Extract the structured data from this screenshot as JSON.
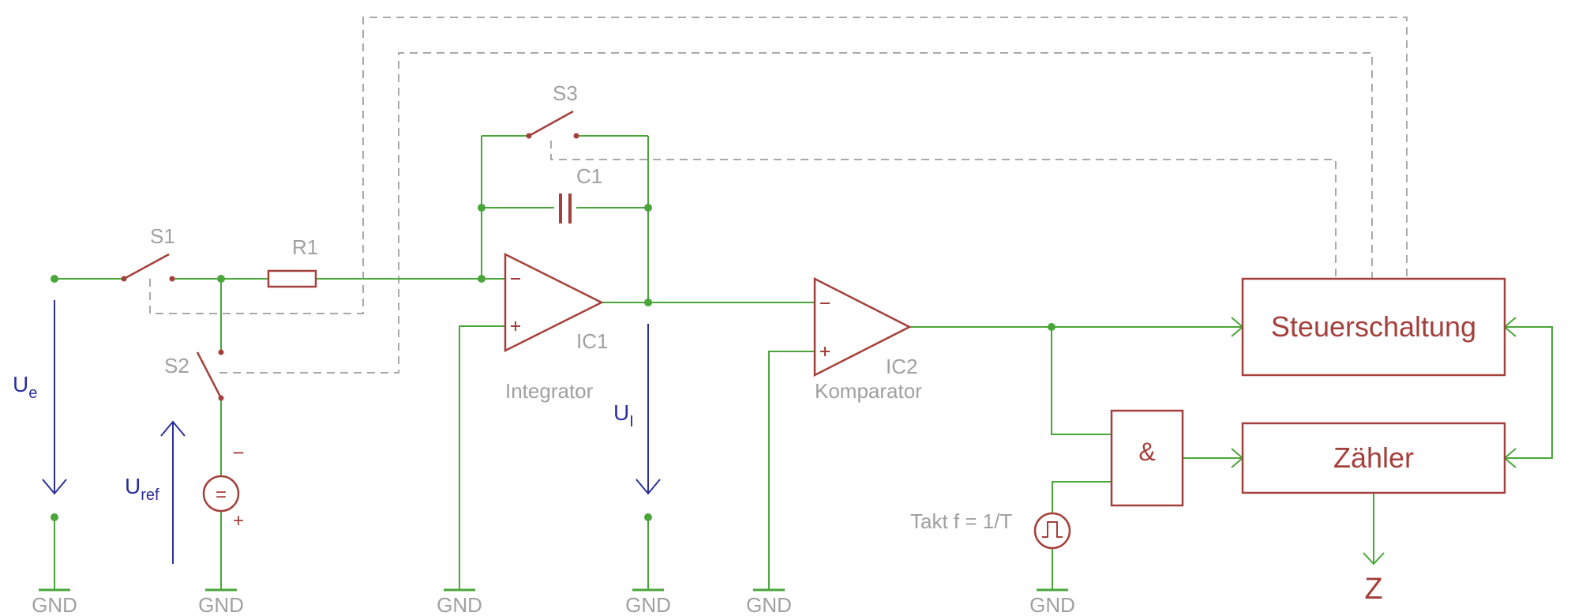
{
  "labels": {
    "s1": "S1",
    "s2": "S2",
    "s3": "S3",
    "r1": "R1",
    "c1": "C1",
    "ic1": "IC1",
    "ic2": "IC2",
    "integrator": "Integrator",
    "komparator": "Komparator",
    "takt": "Takt f = 1/T",
    "steuerschaltung": "Steuerschaltung",
    "zaehler": "Zähler",
    "and_gate": "&",
    "z_output": "Z",
    "gnd": "GND",
    "ue_main": "U",
    "ue_sub": "e",
    "uref_main": "U",
    "uref_sub": "ref",
    "ui_main": "U",
    "ui_sub": "I",
    "minus": "−",
    "plus": "+",
    "equals": "="
  },
  "colors": {
    "wire": "#4aa63a",
    "component": "#a4403c",
    "control": "#a9a9a9",
    "voltage": "#2b2f9c",
    "label": "#a0a0a0"
  }
}
